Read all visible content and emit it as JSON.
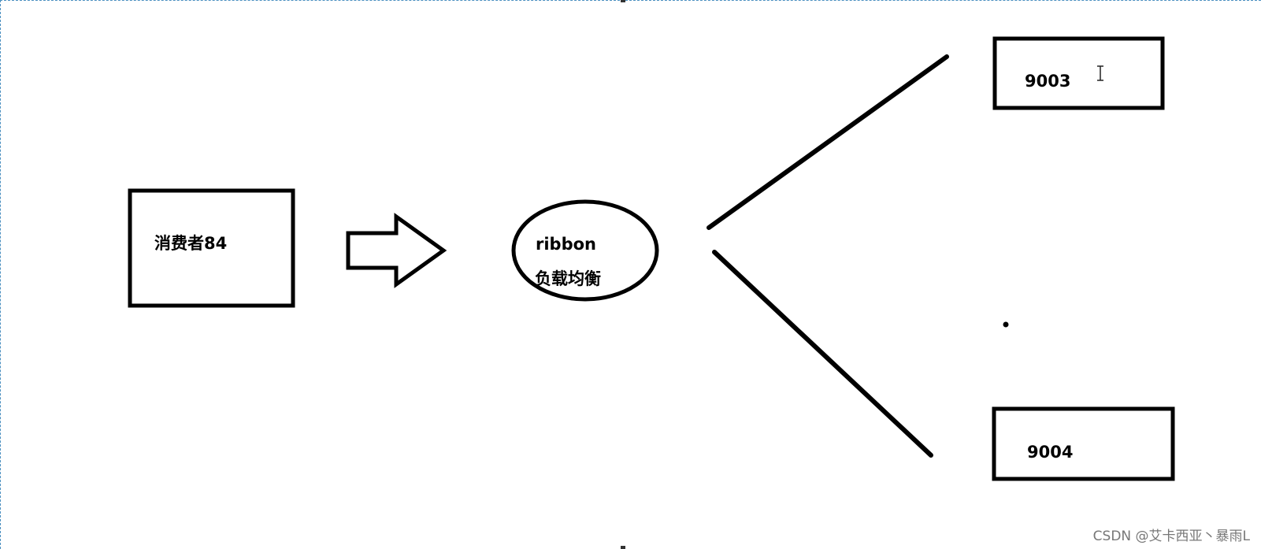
{
  "consumer": {
    "label": "消费者84"
  },
  "load_balancer": {
    "line1": "ribbon",
    "line2": "负载均衡"
  },
  "server_top": {
    "label": "9003"
  },
  "server_bottom": {
    "label": "9004"
  },
  "watermark": "CSDN @艾卡西亚丶暴雨L",
  "colors": {
    "stroke": "#000000",
    "frame": "#4a8fc0",
    "watermark": "#777777"
  },
  "icons": {
    "cursor": "text-cursor-icon"
  }
}
